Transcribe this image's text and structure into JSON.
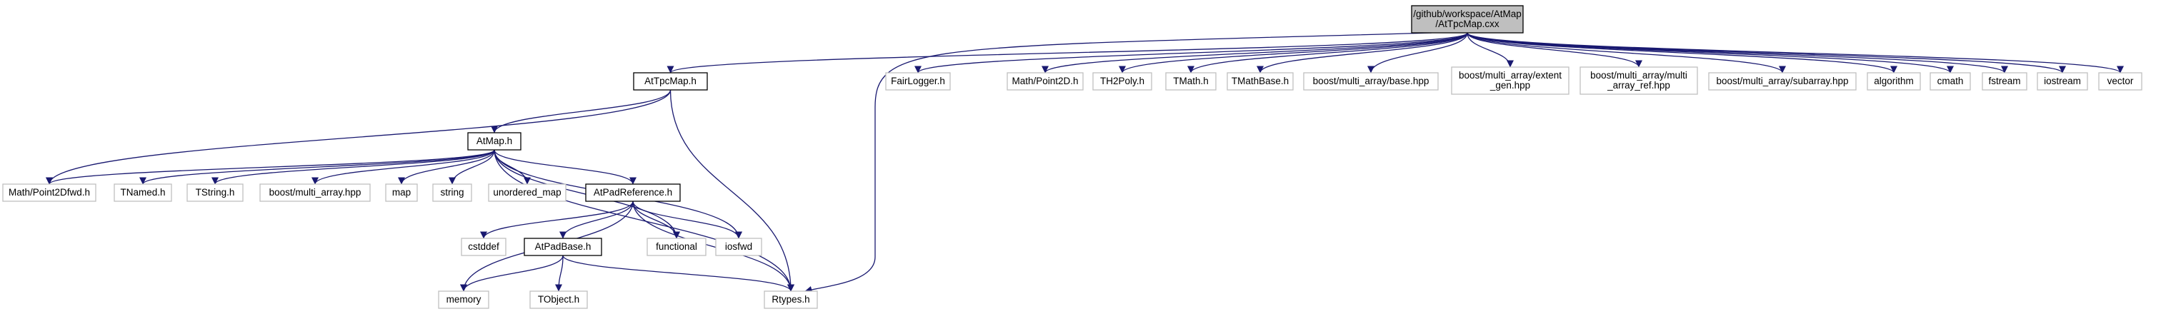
{
  "diagram": {
    "nodes": [
      {
        "id": "root",
        "lines": [
          "/github/workspace/AtMap",
          "/AtTpcMap.cxx"
        ],
        "kind": "root"
      },
      {
        "id": "AtTpcMap_h",
        "lines": [
          "AtTpcMap.h"
        ],
        "kind": "project"
      },
      {
        "id": "FairLogger_h",
        "lines": [
          "FairLogger.h"
        ],
        "kind": "external"
      },
      {
        "id": "Point2D_h",
        "lines": [
          "Math/Point2D.h"
        ],
        "kind": "external"
      },
      {
        "id": "TH2Poly_h",
        "lines": [
          "TH2Poly.h"
        ],
        "kind": "external"
      },
      {
        "id": "TMath_h",
        "lines": [
          "TMath.h"
        ],
        "kind": "external"
      },
      {
        "id": "TMathBase_h",
        "lines": [
          "TMathBase.h"
        ],
        "kind": "external"
      },
      {
        "id": "ma_base",
        "lines": [
          "boost/multi_array/base.hpp"
        ],
        "kind": "external"
      },
      {
        "id": "ma_extent",
        "lines": [
          "boost/multi_array/extent",
          "_gen.hpp"
        ],
        "kind": "external"
      },
      {
        "id": "ma_ref",
        "lines": [
          "boost/multi_array/multi",
          "_array_ref.hpp"
        ],
        "kind": "external"
      },
      {
        "id": "ma_sub",
        "lines": [
          "boost/multi_array/subarray.hpp"
        ],
        "kind": "external"
      },
      {
        "id": "algorithm",
        "lines": [
          "algorithm"
        ],
        "kind": "external"
      },
      {
        "id": "cmath",
        "lines": [
          "cmath"
        ],
        "kind": "external"
      },
      {
        "id": "fstream",
        "lines": [
          "fstream"
        ],
        "kind": "external"
      },
      {
        "id": "iostream",
        "lines": [
          "iostream"
        ],
        "kind": "external"
      },
      {
        "id": "vector",
        "lines": [
          "vector"
        ],
        "kind": "external"
      },
      {
        "id": "AtMap_h",
        "lines": [
          "AtMap.h"
        ],
        "kind": "project"
      },
      {
        "id": "Point2Dfwd_h",
        "lines": [
          "Math/Point2Dfwd.h"
        ],
        "kind": "external"
      },
      {
        "id": "TNamed_h",
        "lines": [
          "TNamed.h"
        ],
        "kind": "external"
      },
      {
        "id": "TString_h",
        "lines": [
          "TString.h"
        ],
        "kind": "external"
      },
      {
        "id": "multi_array_hpp",
        "lines": [
          "boost/multi_array.hpp"
        ],
        "kind": "external"
      },
      {
        "id": "map",
        "lines": [
          "map"
        ],
        "kind": "external"
      },
      {
        "id": "string",
        "lines": [
          "string"
        ],
        "kind": "external"
      },
      {
        "id": "unordered_map",
        "lines": [
          "unordered_map"
        ],
        "kind": "external"
      },
      {
        "id": "AtPadReference_h",
        "lines": [
          "AtPadReference.h"
        ],
        "kind": "project"
      },
      {
        "id": "cstddef",
        "lines": [
          "cstddef"
        ],
        "kind": "external"
      },
      {
        "id": "AtPadBase_h",
        "lines": [
          "AtPadBase.h"
        ],
        "kind": "project"
      },
      {
        "id": "functional",
        "lines": [
          "functional"
        ],
        "kind": "external"
      },
      {
        "id": "iosfwd",
        "lines": [
          "iosfwd"
        ],
        "kind": "external"
      },
      {
        "id": "memory",
        "lines": [
          "memory"
        ],
        "kind": "external"
      },
      {
        "id": "TObject_h",
        "lines": [
          "TObject.h"
        ],
        "kind": "external"
      },
      {
        "id": "Rtypes_h",
        "lines": [
          "Rtypes.h"
        ],
        "kind": "external"
      }
    ],
    "edges": [
      [
        "root",
        "AtTpcMap_h"
      ],
      [
        "root",
        "Rtypes_h"
      ],
      [
        "root",
        "FairLogger_h"
      ],
      [
        "root",
        "Point2D_h"
      ],
      [
        "root",
        "TH2Poly_h"
      ],
      [
        "root",
        "TMath_h"
      ],
      [
        "root",
        "TMathBase_h"
      ],
      [
        "root",
        "ma_base"
      ],
      [
        "root",
        "ma_extent"
      ],
      [
        "root",
        "ma_ref"
      ],
      [
        "root",
        "ma_sub"
      ],
      [
        "root",
        "algorithm"
      ],
      [
        "root",
        "cmath"
      ],
      [
        "root",
        "fstream"
      ],
      [
        "root",
        "iostream"
      ],
      [
        "root",
        "vector"
      ],
      [
        "AtTpcMap_h",
        "AtMap_h"
      ],
      [
        "AtTpcMap_h",
        "Point2Dfwd_h"
      ],
      [
        "AtTpcMap_h",
        "Rtypes_h"
      ],
      [
        "AtMap_h",
        "Point2Dfwd_h"
      ],
      [
        "AtMap_h",
        "TNamed_h"
      ],
      [
        "AtMap_h",
        "TString_h"
      ],
      [
        "AtMap_h",
        "multi_array_hpp"
      ],
      [
        "AtMap_h",
        "map"
      ],
      [
        "AtMap_h",
        "string"
      ],
      [
        "AtMap_h",
        "unordered_map"
      ],
      [
        "AtMap_h",
        "AtPadReference_h"
      ],
      [
        "AtMap_h",
        "functional"
      ],
      [
        "AtMap_h",
        "iosfwd"
      ],
      [
        "AtMap_h",
        "Rtypes_h"
      ],
      [
        "AtPadReference_h",
        "cstddef"
      ],
      [
        "AtPadReference_h",
        "AtPadBase_h"
      ],
      [
        "AtPadReference_h",
        "functional"
      ],
      [
        "AtPadReference_h",
        "iosfwd"
      ],
      [
        "AtPadReference_h",
        "memory"
      ],
      [
        "AtPadReference_h",
        "Rtypes_h"
      ],
      [
        "AtPadBase_h",
        "memory"
      ],
      [
        "AtPadBase_h",
        "TObject_h"
      ],
      [
        "AtPadBase_h",
        "Rtypes_h"
      ]
    ]
  },
  "colors": {
    "root_fill": "#bfbfbf",
    "root_stroke": "#000000",
    "project_fill": "#ffffff",
    "project_stroke": "#000000",
    "external_fill": "#ffffff",
    "external_stroke": "#bfbfbf",
    "edge": "#191970"
  }
}
